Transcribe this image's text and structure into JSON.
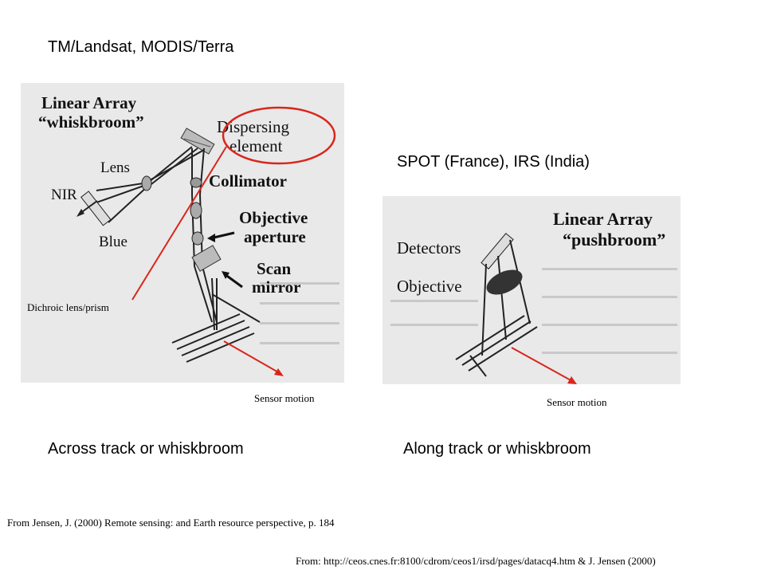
{
  "slide": {
    "title_left": "TM/Landsat, MODIS/Terra",
    "title_right": "SPOT (France), IRS (India)",
    "caption_left": "Across track or whiskbroom",
    "caption_right": "Along track or whiskbroom",
    "source_1": "From Jensen, J. (2000) Remote sensing: and Earth resource perspective, p. 184",
    "source_2": "From: http://ceos.cnes.fr:8100/cdrom/ceos1/irsd/pages/datacq4.htm  & J. Jensen (2000)"
  },
  "whiskbroom_figure": {
    "title_line1": "Linear Array",
    "title_line2": "“whiskbroom”",
    "label_dispersing_1": "Dispersing",
    "label_dispersing_2": "element",
    "label_lens": "Lens",
    "label_nir": "NIR",
    "label_blue": "Blue",
    "label_collimator": "Collimator",
    "label_objective_1": "Objective",
    "label_objective_2": "aperture",
    "label_scan_1": "Scan",
    "label_scan_2": "mirror",
    "dichroic_label": "Dichroic lens/prism",
    "sensor_motion": "Sensor motion"
  },
  "pushbroom_figure": {
    "title_line1": "Linear Array",
    "title_line2": "“pushbroom”",
    "label_detectors": "Detectors",
    "label_objective": "Objective",
    "sensor_motion": "Sensor motion"
  },
  "colors": {
    "annotation_red": "#d9261c",
    "figure_background": "#e9e9e9"
  }
}
